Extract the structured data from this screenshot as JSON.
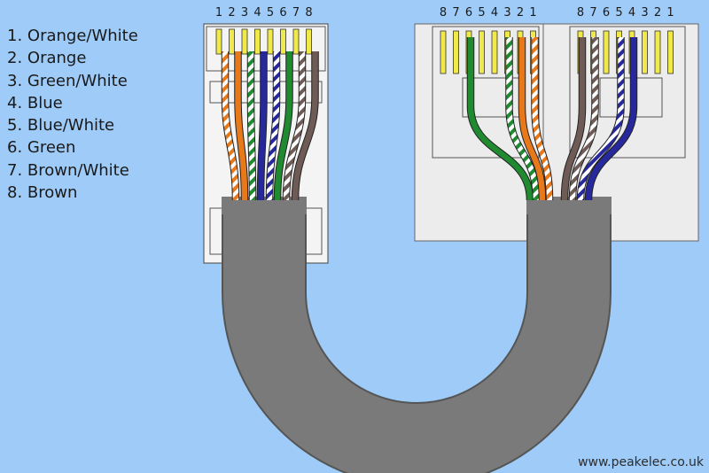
{
  "legend": [
    {
      "pin": 1,
      "label": "1. Orange/White",
      "color": "orange",
      "striped": true
    },
    {
      "pin": 2,
      "label": "2. Orange",
      "color": "orange",
      "striped": false
    },
    {
      "pin": 3,
      "label": "3. Green/White",
      "color": "green",
      "striped": true
    },
    {
      "pin": 4,
      "label": "4. Blue",
      "color": "blue",
      "striped": false
    },
    {
      "pin": 5,
      "label": "5. Blue/White",
      "color": "blue",
      "striped": true
    },
    {
      "pin": 6,
      "label": "6. Green",
      "color": "green",
      "striped": false
    },
    {
      "pin": 7,
      "label": "7. Brown/White",
      "color": "brown",
      "striped": true
    },
    {
      "pin": 8,
      "label": "8. Brown",
      "color": "brown",
      "striped": false
    }
  ],
  "plug_pin_labels": [
    "1",
    "2",
    "3",
    "4",
    "5",
    "6",
    "7",
    "8"
  ],
  "socket_a_pin_labels": [
    "8",
    "7",
    "6",
    "5",
    "4",
    "3",
    "2",
    "1"
  ],
  "socket_b_pin_labels": [
    "8",
    "7",
    "6",
    "5",
    "4",
    "3",
    "2",
    "1"
  ],
  "socket_a_pins": [
    8,
    7,
    6,
    5,
    4,
    3,
    2,
    1
  ],
  "socket_a_wired": [
    6,
    3,
    2,
    1
  ],
  "socket_b_pins": [
    8,
    7,
    6,
    5,
    4,
    3,
    2,
    1
  ],
  "socket_b_wired": [
    8,
    7,
    5,
    4
  ],
  "credit": "www.peakelec.co.uk",
  "colors": {
    "background": "#9ecbf7",
    "orange": "#e8791b",
    "green": "#1f8a2f",
    "blue": "#27289c",
    "brown": "#6e5b55",
    "cable": "#7a7a7a",
    "pin": "#f1e94a",
    "body": "#ececec"
  }
}
